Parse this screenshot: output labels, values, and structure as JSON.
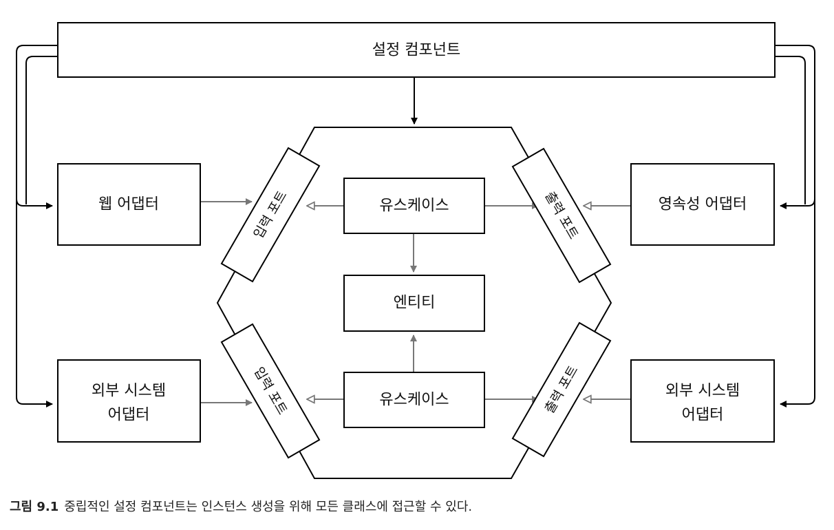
{
  "diagram": {
    "config": "설정 컴포넌트",
    "web_adapter": "웹 어댑터",
    "persistence_adapter": "영속성 어댑터",
    "ext_adapter_left": {
      "line1": "외부 시스템",
      "line2": "어댑터"
    },
    "ext_adapter_right": {
      "line1": "외부 시스템",
      "line2": "어댑터"
    },
    "usecase_top": "유스케이스",
    "usecase_bottom": "유스케이스",
    "entity": "엔티티",
    "input_port_top": "입력 포트",
    "input_port_bottom": "입력 포트",
    "output_port_top": "출력 포트",
    "output_port_bottom": "출력 포트"
  },
  "caption": {
    "number": "그림 9.1",
    "text": "중립적인 설정 컴포넌트는 인스턴스 생성을 위해 모든 클래스에 접근할 수 있다."
  }
}
